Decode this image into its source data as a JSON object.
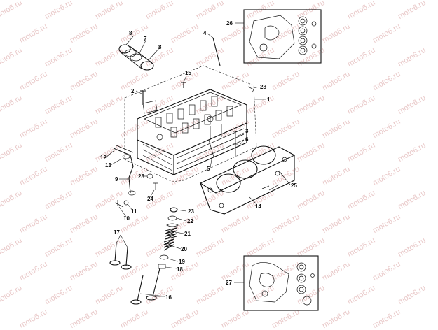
{
  "watermark": {
    "text": "moto6.ru"
  },
  "callouts": [
    {
      "id": "c1",
      "text": "1"
    },
    {
      "id": "c2",
      "text": "2"
    },
    {
      "id": "c3",
      "text": "3"
    },
    {
      "id": "c4",
      "text": "4"
    },
    {
      "id": "c5",
      "text": "5"
    },
    {
      "id": "c6",
      "text": "6"
    },
    {
      "id": "c7",
      "text": "7"
    },
    {
      "id": "c8a",
      "text": "8"
    },
    {
      "id": "c8b",
      "text": "8"
    },
    {
      "id": "c9",
      "text": "9"
    },
    {
      "id": "c10",
      "text": "10"
    },
    {
      "id": "c11",
      "text": "11"
    },
    {
      "id": "c12",
      "text": "12"
    },
    {
      "id": "c13",
      "text": "13"
    },
    {
      "id": "c14",
      "text": "14"
    },
    {
      "id": "c15",
      "text": "15"
    },
    {
      "id": "c16",
      "text": "16"
    },
    {
      "id": "c17",
      "text": "17"
    },
    {
      "id": "c18",
      "text": "18"
    },
    {
      "id": "c19",
      "text": "19"
    },
    {
      "id": "c20",
      "text": "20"
    },
    {
      "id": "c21",
      "text": "21"
    },
    {
      "id": "c22",
      "text": "22"
    },
    {
      "id": "c23",
      "text": "23"
    },
    {
      "id": "c24",
      "text": "24"
    },
    {
      "id": "c25",
      "text": "25"
    },
    {
      "id": "c26",
      "text": "26"
    },
    {
      "id": "c27",
      "text": "27"
    },
    {
      "id": "c28a",
      "text": "28"
    },
    {
      "id": "c28b",
      "text": "28"
    }
  ]
}
